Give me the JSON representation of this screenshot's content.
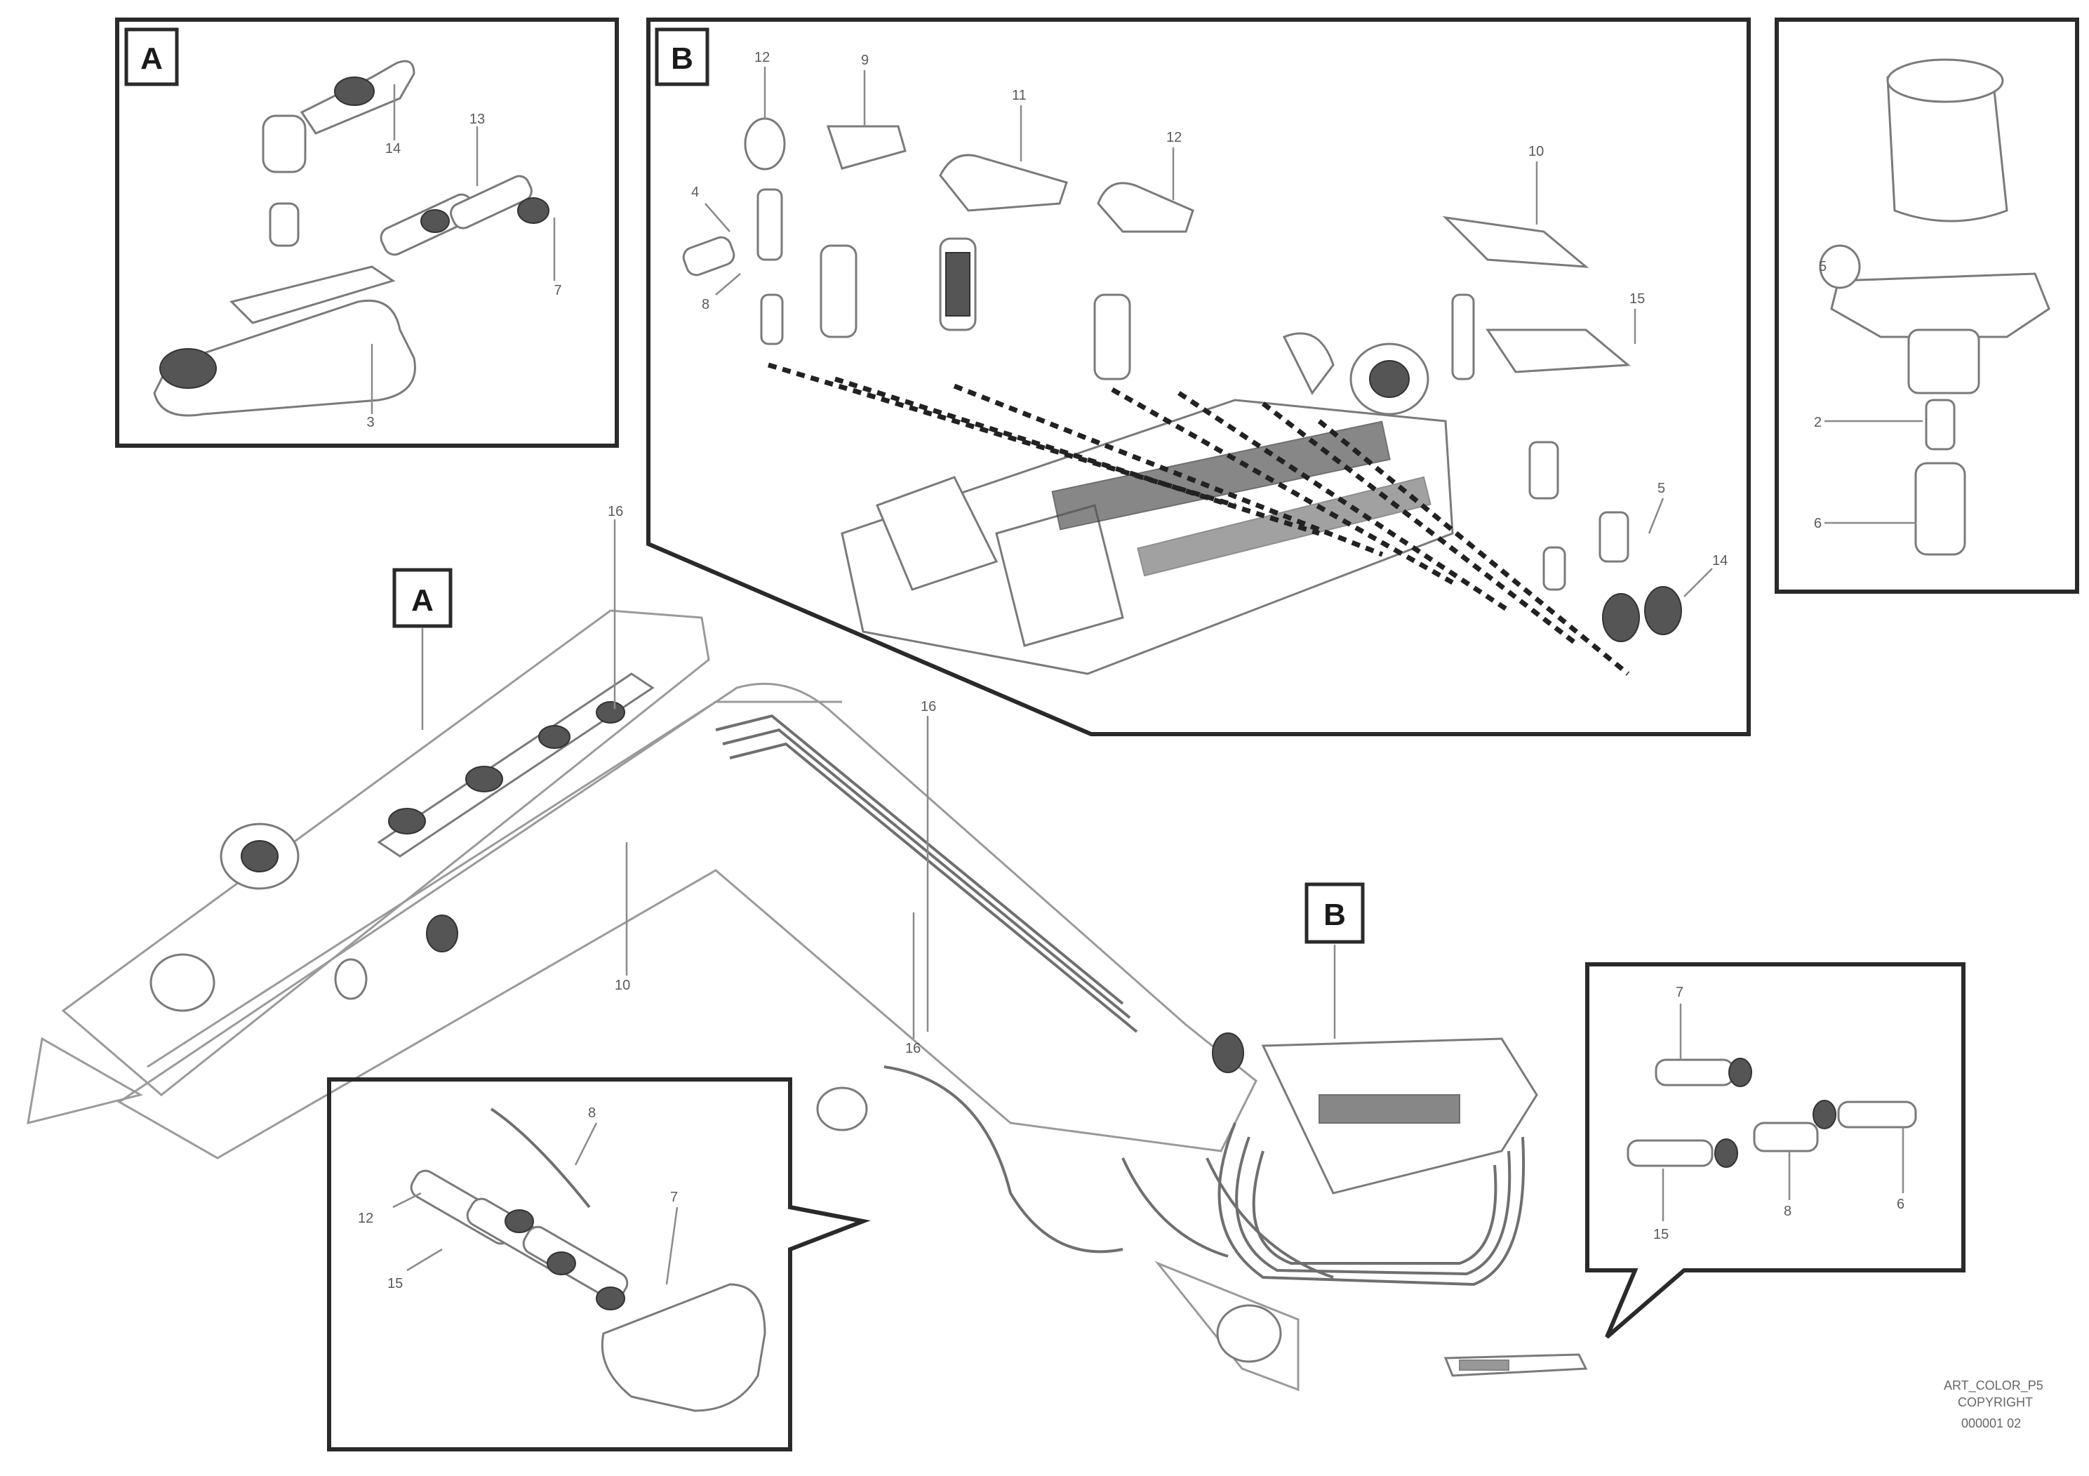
{
  "callouts": {
    "A": "A",
    "B": "B"
  },
  "labels": {
    "detail_a_top": "14",
    "detail_a_mid": "13",
    "detail_a_right": "7",
    "detail_a_bottom": "3",
    "detail_b_1": "12",
    "detail_b_2": "9",
    "detail_b_3": "11",
    "detail_b_4": "12",
    "detail_b_5": "4",
    "detail_b_6": "8",
    "detail_b_7": "10",
    "detail_b_8": "15",
    "detail_b_9": "5",
    "detail_b_10": "14",
    "detail_c_1": "5",
    "detail_c_2": "2",
    "detail_c_3": "6",
    "main_1": "16",
    "main_2": "16",
    "main_3": "10",
    "main_4": "16",
    "detail_d_1": "8",
    "detail_d_2": "7",
    "detail_d_3": "12",
    "detail_d_4": "15",
    "detail_e_1": "7",
    "detail_e_2": "15",
    "detail_e_3": "8",
    "detail_e_4": "6",
    "ref_line1": "ART_COLOR_P5",
    "ref_line2": "COPYRIGHT",
    "ref_line3": "000001 02"
  }
}
